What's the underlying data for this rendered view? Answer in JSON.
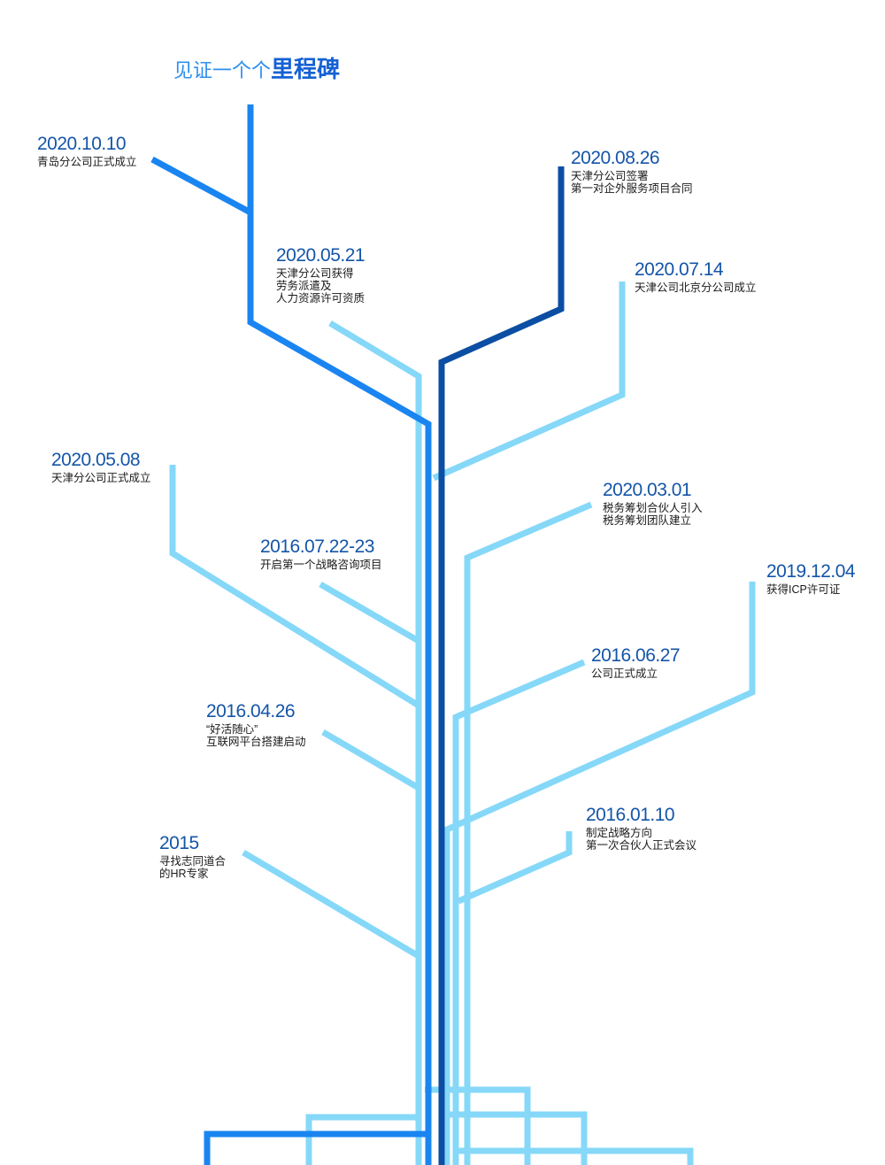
{
  "title": {
    "prefix": "见证一个个",
    "emphasis": "里程碑"
  },
  "colors": {
    "dark": "#0b4ea3",
    "mid": "#1a85f0",
    "light": "#86d8f8",
    "date": "#1455a8",
    "text": "#1a1a1a"
  },
  "milestones": [
    {
      "id": "m20201010",
      "date": "2020.10.10",
      "lines": [
        "青岛分公司正式成立"
      ]
    },
    {
      "id": "m20200826",
      "date": "2020.08.26",
      "lines": [
        "天津分公司签署",
        "第一对企外服务项目合同"
      ]
    },
    {
      "id": "m20200521",
      "date": "2020.05.21",
      "lines": [
        "天津分公司获得",
        "劳务派遣及",
        "人力资源许可资质"
      ]
    },
    {
      "id": "m20200714",
      "date": "2020.07.14",
      "lines": [
        "天津公司北京分公司成立"
      ]
    },
    {
      "id": "m20200508",
      "date": "2020.05.08",
      "lines": [
        "天津分公司正式成立"
      ]
    },
    {
      "id": "m20200301",
      "date": "2020.03.01",
      "lines": [
        "税务筹划合伙人引入",
        "税务筹划团队建立"
      ]
    },
    {
      "id": "m20160722",
      "date": "2016.07.22-23",
      "lines": [
        "开启第一个战略咨询项目"
      ]
    },
    {
      "id": "m20191204",
      "date": "2019.12.04",
      "lines": [
        "获得ICP许可证"
      ]
    },
    {
      "id": "m20160627",
      "date": "2016.06.27",
      "lines": [
        "公司正式成立"
      ]
    },
    {
      "id": "m20160426",
      "date": "2016.04.26",
      "lines": [
        "“好活随心”",
        "互联网平台搭建启动"
      ]
    },
    {
      "id": "m20160110",
      "date": "2016.01.10",
      "lines": [
        "制定战略方向",
        "第一次合伙人正式会议"
      ]
    },
    {
      "id": "m2015",
      "date": "2015",
      "lines": [
        "寻找志同道合",
        "的HR专家"
      ]
    }
  ]
}
